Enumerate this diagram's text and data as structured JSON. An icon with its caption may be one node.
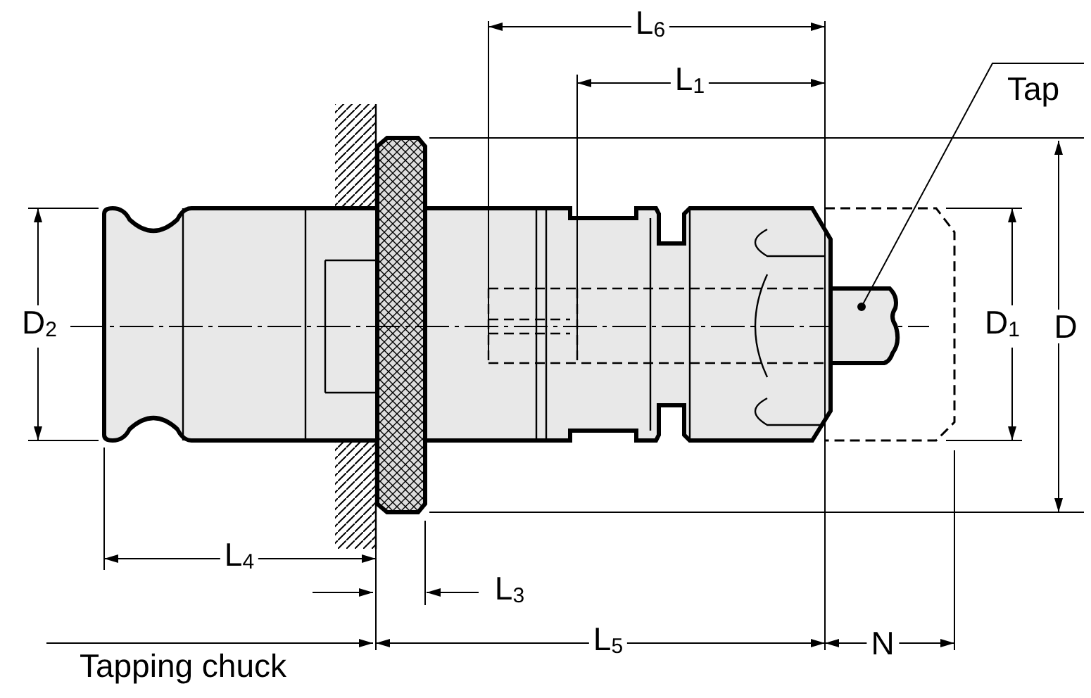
{
  "diagram": {
    "nodes": [
      {
        "text": [
          "Tap"
        ]
      },
      {
        "text": [],
        "shape": "bar"
      }
    ],
    "edges": [
      {
        "from": 0,
        "to": 1,
        "arrow": "other"
      }
    ],
    "labels": [
      "L$_{6}$",
      "L$_{1}$",
      "D$_{2}$",
      "D$_{1}$",
      "D",
      "L$_{4}$",
      "L$_{3}$",
      "L$_{5}$",
      "N",
      "Tapping chuck"
    ]
  }
}
